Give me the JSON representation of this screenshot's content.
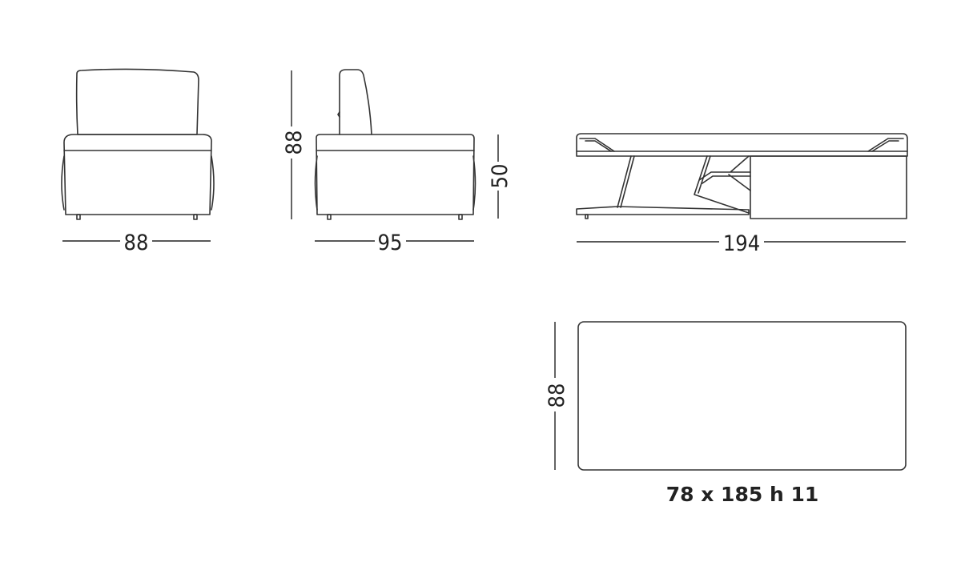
{
  "front_view": {
    "width_label": "88"
  },
  "side_view": {
    "height_label": "88",
    "depth_label": "95",
    "seat_height_label": "50"
  },
  "bed_side_view": {
    "length_label": "194"
  },
  "mattress_plan": {
    "width_label": "88",
    "caption": "78 x 185 h 11"
  },
  "colors": {
    "line": "#333333",
    "background": "#ffffff"
  }
}
